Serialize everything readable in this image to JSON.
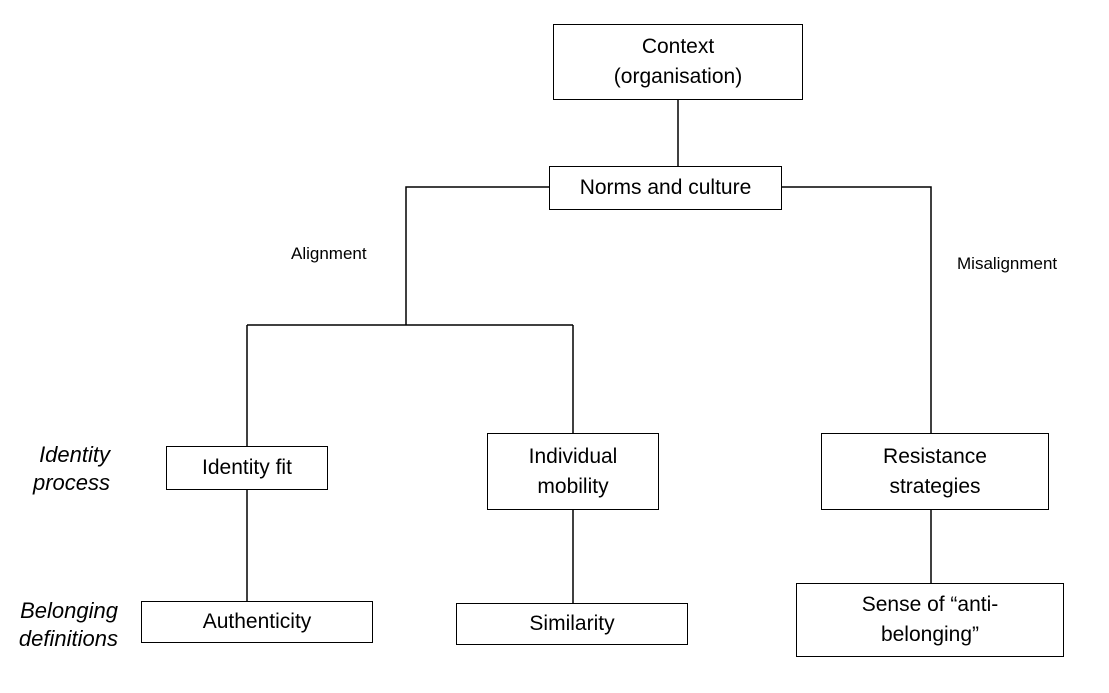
{
  "diagram": {
    "nodes": {
      "context": "Context\n(organisation)",
      "norms": "Norms and culture",
      "identity_fit": "Identity fit",
      "individual_mobility": "Individual\nmobility",
      "resistance_strategies": "Resistance\nstrategies",
      "authenticity": "Authenticity",
      "similarity": "Similarity",
      "anti_belonging": "Sense of “anti-\nbelonging”"
    },
    "edge_labels": {
      "alignment": "Alignment",
      "misalignment": "Misalignment"
    },
    "row_labels": {
      "identity_process": "Identity\nprocess",
      "belonging_definitions": "Belonging\ndefinitions"
    },
    "edges": [
      {
        "from": "context",
        "to": "norms"
      },
      {
        "from": "norms",
        "to": "identity_fit",
        "label": "alignment"
      },
      {
        "from": "norms",
        "to": "individual_mobility",
        "label": "alignment"
      },
      {
        "from": "norms",
        "to": "resistance_strategies",
        "label": "misalignment"
      },
      {
        "from": "identity_fit",
        "to": "authenticity"
      },
      {
        "from": "individual_mobility",
        "to": "similarity"
      },
      {
        "from": "resistance_strategies",
        "to": "anti_belonging"
      }
    ]
  }
}
